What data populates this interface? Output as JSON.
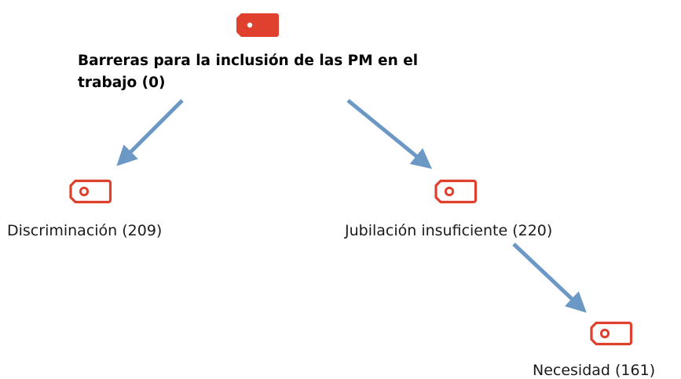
{
  "colors": {
    "code_red": "#e0402e",
    "arrow_blue": "#6b98c4"
  },
  "nodes": {
    "root": {
      "label": "Barreras para la inclusión de las PM en el trabajo (0)",
      "icon": "filled-code-tag-icon"
    },
    "discriminacion": {
      "label": "Discriminación (209)",
      "icon": "outline-code-tag-icon"
    },
    "jubilacion": {
      "label": "Jubilación insuficiente (220)",
      "icon": "outline-code-tag-icon"
    },
    "necesidad": {
      "label": "Necesidad (161)",
      "icon": "outline-code-tag-icon"
    }
  },
  "edges": [
    {
      "from": "root",
      "to": "discriminacion"
    },
    {
      "from": "root",
      "to": "jubilacion"
    },
    {
      "from": "jubilacion",
      "to": "necesidad"
    }
  ]
}
